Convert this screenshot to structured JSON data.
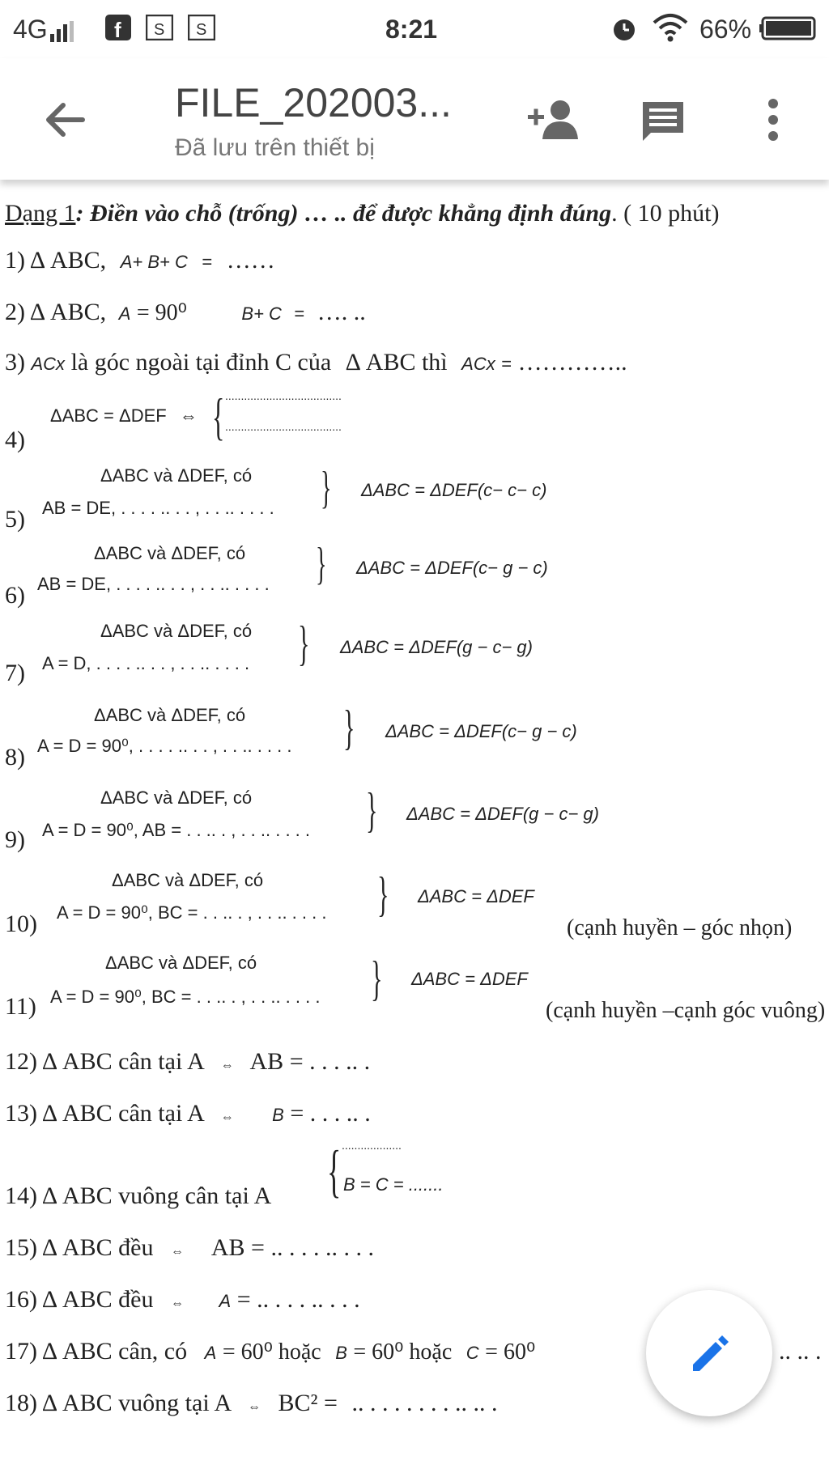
{
  "status": {
    "network": "4G",
    "time": "8:21",
    "battery": "66%"
  },
  "toolbar": {
    "title": "FILE_202003...",
    "subtitle": "Đã lưu trên thiết bị"
  },
  "doc": {
    "heading_label": "Dạng 1",
    "heading_text": ": Điền vào chỗ (trống) … .. để được khẳng định đúng",
    "heading_time": ". ( 10 phút)",
    "l1": [
      "1)",
      "Δ ABC,",
      "A+ B+ C",
      "=",
      "……"
    ],
    "l2": [
      "2)",
      "Δ ABC,",
      "A",
      "= 90⁰",
      "B+ C",
      "=",
      "…. .."
    ],
    "l3": [
      "3)",
      "ACx",
      "là góc ngoài tại đỉnh C của",
      "Δ ABC thì",
      "ACx",
      "=",
      "………….."
    ],
    "l4": [
      "4)",
      "ΔABC = ΔDEF",
      "⇔",
      ".....................................",
      "....................................."
    ],
    "common_top": "ΔABC và ΔDEF, có",
    "l5": [
      "5)",
      "AB = DE, . . . . .. . . , . . .. . . . .",
      "ΔABC = ΔDEF(c− c− c)"
    ],
    "l6": [
      "6)",
      "AB = DE, . . . . .. . . , . . .. . . . .",
      "ΔABC = ΔDEF(c− g − c)"
    ],
    "l7": [
      "7)",
      "A = D, . . . . .. . . , . . .. . . . .",
      "ΔABC = ΔDEF(g − c− g)"
    ],
    "l8": [
      "8)",
      "A = D = 90⁰, . . . . .. . . , . . .. . . . .",
      "ΔABC = ΔDEF(c− g − c)"
    ],
    "l9": [
      "9)",
      "A = D = 90⁰, AB = . . .. . , . . .. . . . .",
      "ΔABC = ΔDEF(g − c− g)"
    ],
    "l10": [
      "10)",
      "A = D = 90⁰, BC = . . .. . , . . .. . . . .",
      "ΔABC = ΔDEF",
      "(cạnh huyền – góc nhọn)"
    ],
    "l11": [
      "11)",
      "A = D = 90⁰, BC = . . .. . , . . .. . . . .",
      "ΔABC = ΔDEF",
      "(cạnh huyền –cạnh góc vuông)"
    ],
    "l12": [
      "12)",
      "Δ ABC cân tại A",
      "⇔",
      "AB = . . . .. ."
    ],
    "l13": [
      "13)",
      "Δ ABC cân tại A",
      "⇔",
      "B",
      "= . . . .. ."
    ],
    "l14": [
      "14)",
      "Δ ABC vuông cân tại A",
      "...................",
      "B = C = ......."
    ],
    "l15": [
      "15)",
      "Δ ABC đều",
      "⇔",
      "AB = .. . . . .. . . ."
    ],
    "l16": [
      "16)",
      "Δ ABC đều",
      "⇔",
      "A",
      "= .. . . . .. . . ."
    ],
    "l17": [
      "17)",
      "Δ ABC cân, có",
      "A",
      "= 60⁰ hoặc",
      "B",
      "= 60⁰ hoặc",
      "C",
      "= 60⁰",
      ".. .. ."
    ],
    "l18": [
      "18)",
      "Δ ABC vuông tại A",
      "⇔",
      "BC² =",
      ".. . . . . . . . .. .. ."
    ]
  },
  "icons": {
    "accent": "#1a73e8",
    "toolbar_icon_color": "#666666"
  }
}
